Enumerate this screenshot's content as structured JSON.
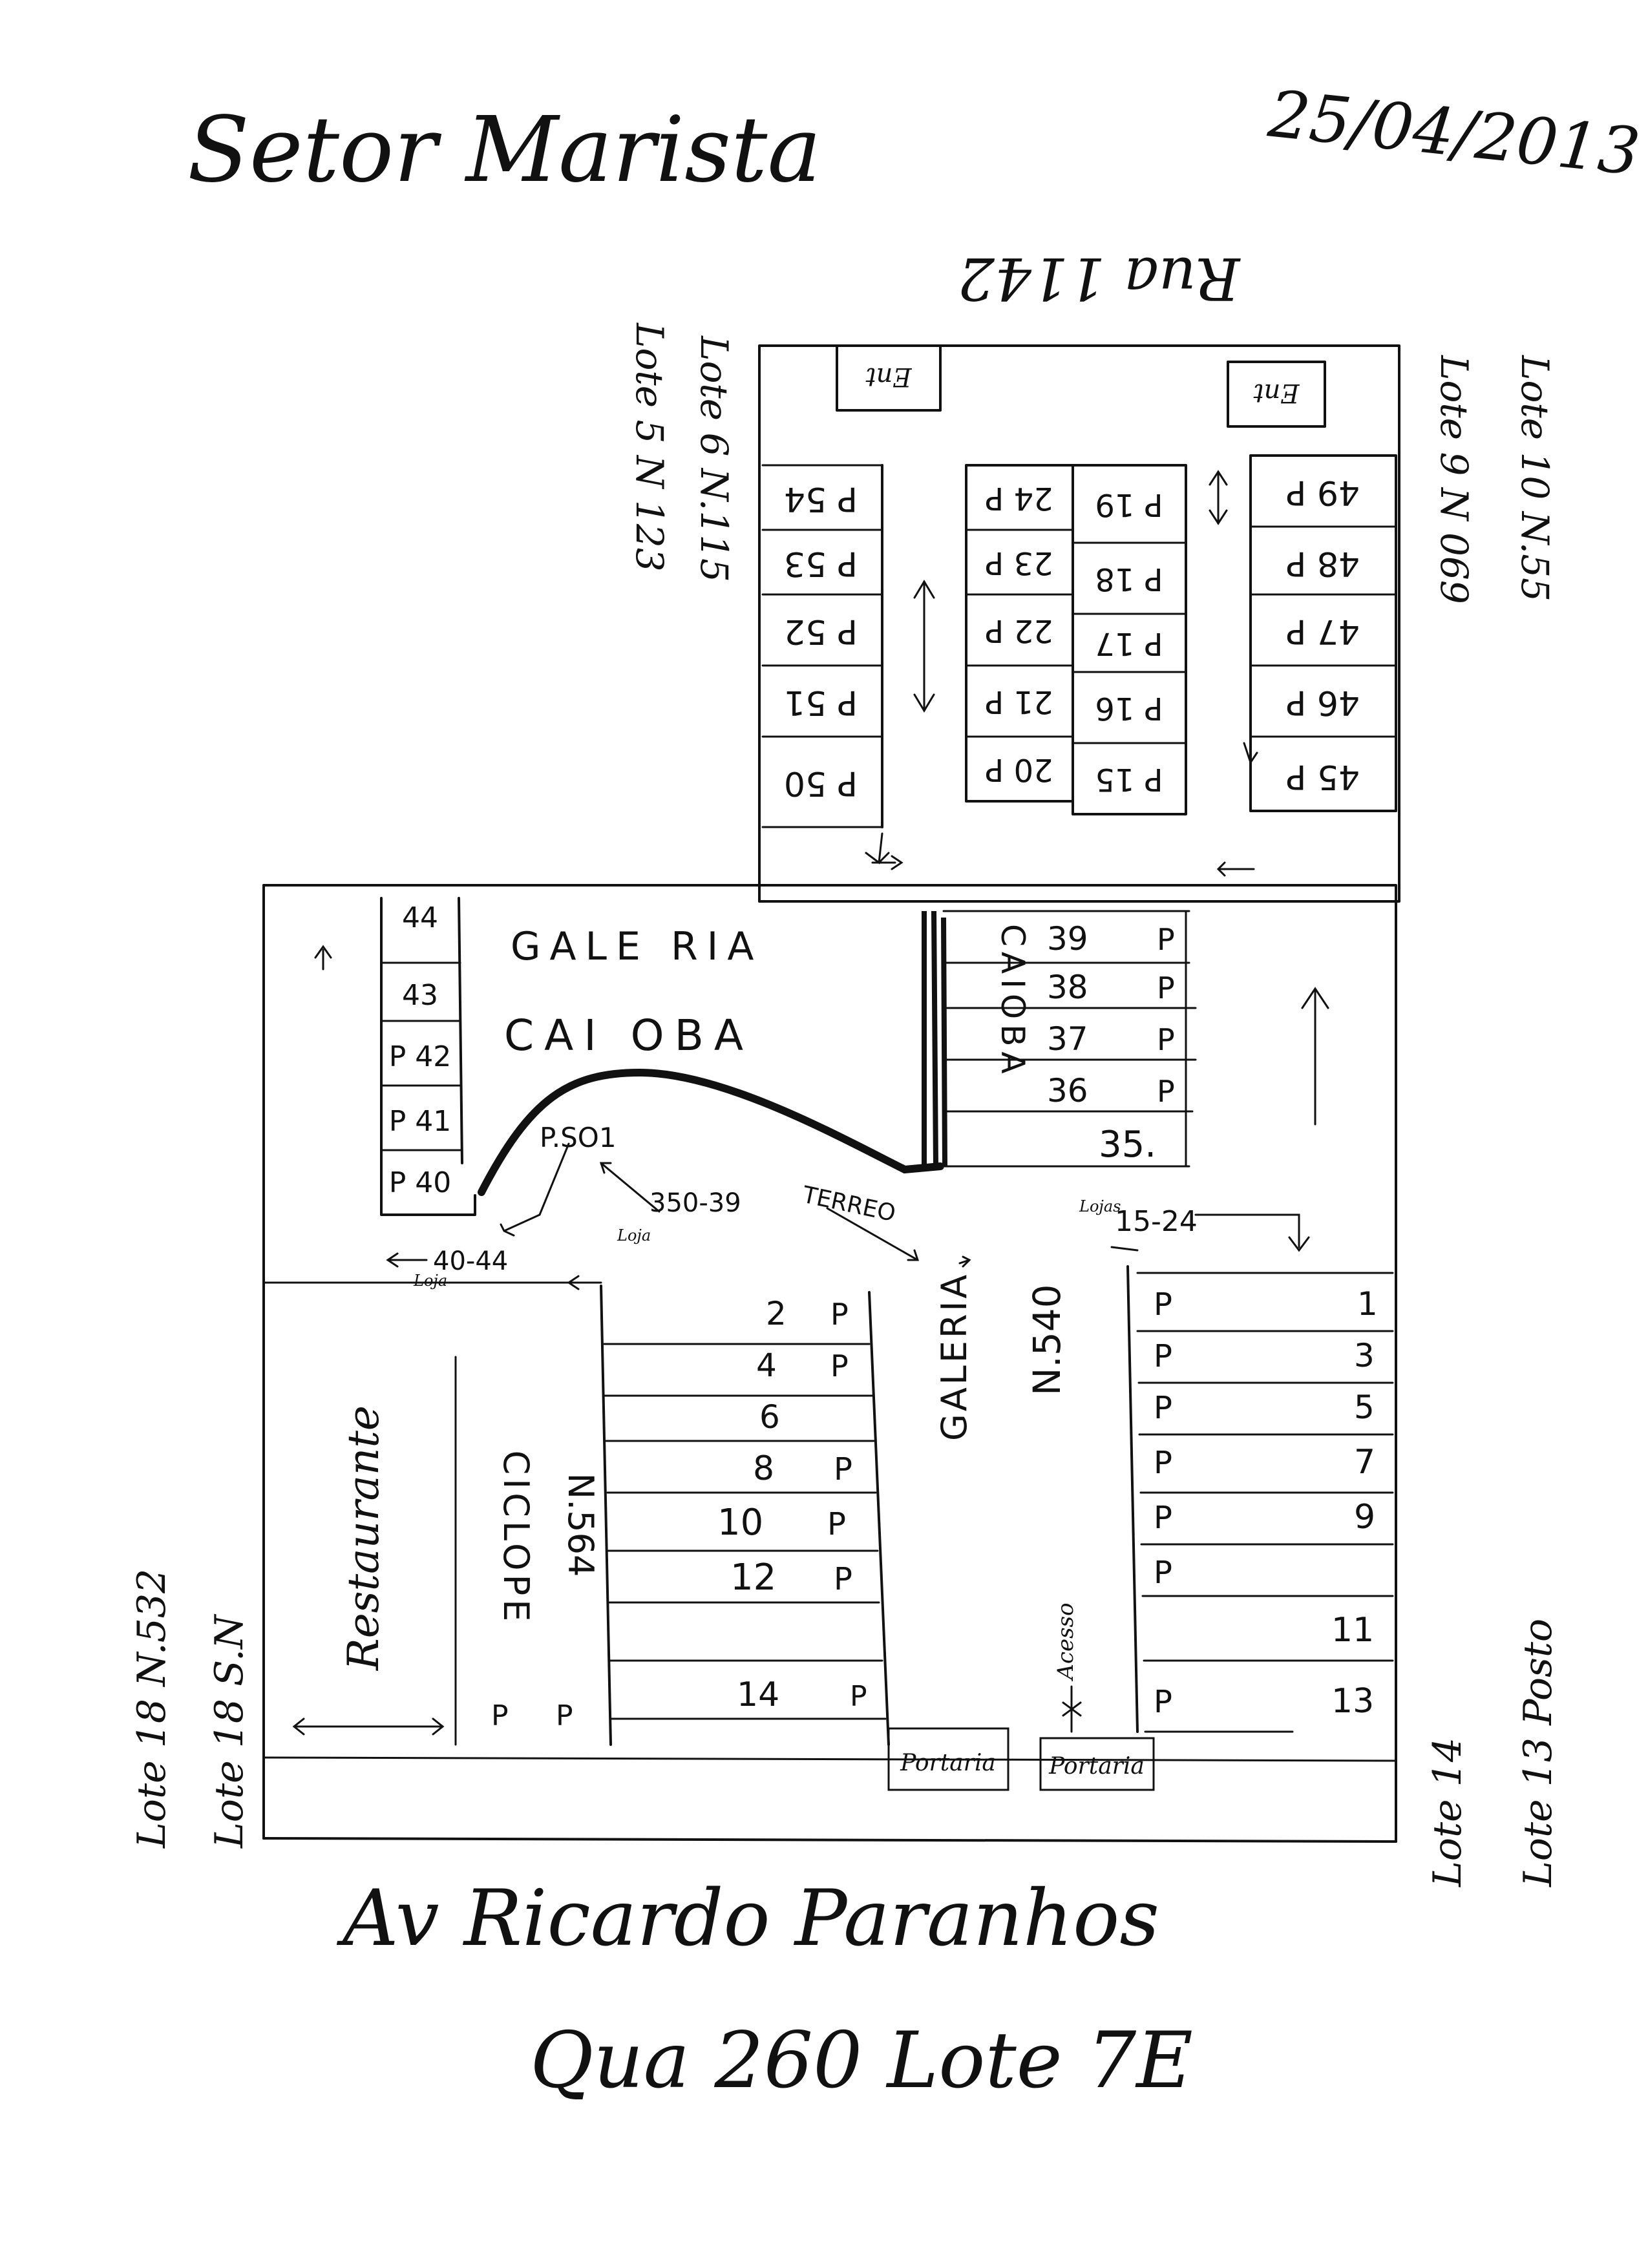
{
  "header": {
    "title": "Setor Marista",
    "date": "25/04/2013"
  },
  "streets": {
    "top": "Rua 1142",
    "bottom": "Av Ricardo Paranhos",
    "quadra": "Qua 260 Lote 7E"
  },
  "lots": {
    "upper_left_1": "Lote 6 N.115",
    "upper_left_2": "Lote 5 N 123",
    "upper_right_1": "Lote 10 N.55",
    "upper_right_2": "Lote 9 N 069",
    "lower_left_1": "Lote 18 N.532",
    "lower_left_2": "Lote 18 S.N",
    "lower_right_1": "Lote 14",
    "lower_right_2": "Lote 13 Posto"
  },
  "galeria_top": {
    "line1": "GALE RIA",
    "line2": "CAI OBA"
  },
  "galeria_vertical": "CAIOBA",
  "galeria_entrance": {
    "line1": "GALERIA",
    "line2": "N.540"
  },
  "annotations": {
    "piso": "P.SO1",
    "terreo": "TERREO",
    "range_40_44": "40-44",
    "range_35_39": "350-39",
    "range_15_24": "15-24",
    "loja_a": "Loja",
    "loja_b": "Loja",
    "loja_c": "Lojas",
    "acesso": "Acesso",
    "ent_a": "Ent",
    "ent_b": "Ent"
  },
  "restaurant": "Restaurante",
  "ciclope": {
    "line1": "CICLOPE",
    "line2": "N.564"
  },
  "portaria_1": "Portaria",
  "portaria_2": "Portaria",
  "upper_block": {
    "col_a": [
      "P 54",
      "P 53",
      "P 52",
      "P 51",
      "P 50"
    ],
    "col_b": [
      "24 P",
      "23 P",
      "22 P",
      "21 P",
      "20 P"
    ],
    "col_c": [
      "P 19",
      "P 18",
      "P 17",
      "P 16",
      "P 15"
    ],
    "col_d": [
      "49 P",
      "48 P",
      "47 P",
      "46 P",
      "45 P"
    ]
  },
  "middle_left": [
    "44",
    "43",
    "P 42",
    "P 41",
    "P 40"
  ],
  "middle_right": [
    {
      "num": "39",
      "p": "P"
    },
    {
      "num": "38",
      "p": "P"
    },
    {
      "num": "37",
      "p": "P"
    },
    {
      "num": "36",
      "p": "P"
    },
    {
      "num": "35.",
      "p": ""
    }
  ],
  "left_stores": [
    {
      "num": "2",
      "p": "P"
    },
    {
      "num": "4",
      "p": "P"
    },
    {
      "num": "6",
      "p": ""
    },
    {
      "num": "8",
      "p": "P"
    },
    {
      "num": "10",
      "p": "P"
    },
    {
      "num": "12",
      "p": "P"
    },
    {
      "num": "14",
      "p": "P"
    }
  ],
  "right_stores": [
    {
      "p": "P",
      "num": "1"
    },
    {
      "p": "P",
      "num": "3"
    },
    {
      "p": "P",
      "num": "5"
    },
    {
      "p": "P",
      "num": "7"
    },
    {
      "p": "P",
      "num": "9"
    },
    {
      "p": "P",
      "num": "11"
    },
    {
      "p": "P",
      "num": "13"
    }
  ],
  "ciclope_stores": [
    "P",
    "P"
  ]
}
